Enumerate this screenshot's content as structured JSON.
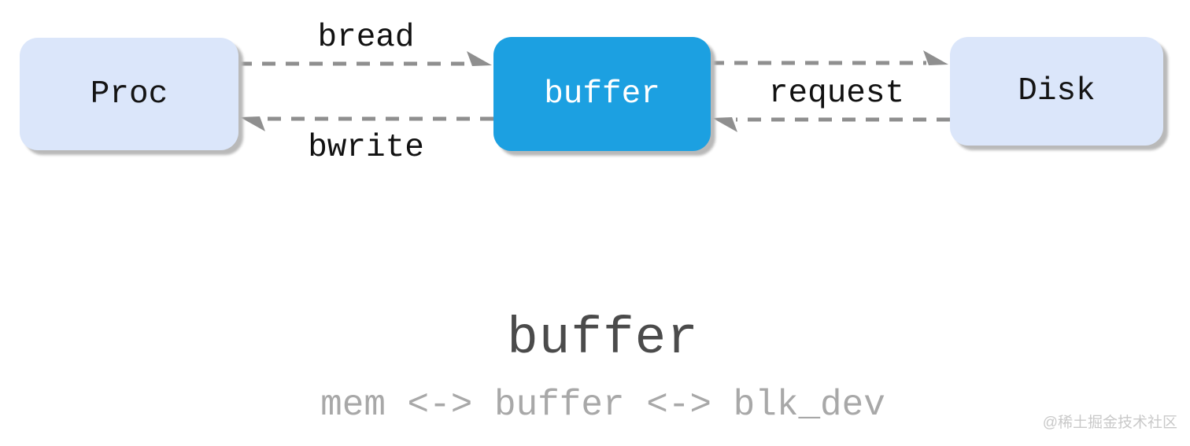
{
  "diagram": {
    "nodes": [
      {
        "id": "proc",
        "label": "Proc",
        "style": "light"
      },
      {
        "id": "buffer",
        "label": "buffer",
        "style": "accent"
      },
      {
        "id": "disk",
        "label": "Disk",
        "style": "light"
      }
    ],
    "edges": [
      {
        "label": "bread",
        "from": "Proc",
        "to": "buffer",
        "direction": "right",
        "line": "dashed"
      },
      {
        "label": "bwrite",
        "from": "buffer",
        "to": "Proc",
        "direction": "left",
        "line": "dashed"
      },
      {
        "label": "request",
        "from": "buffer",
        "to": "Disk",
        "direction": "both",
        "line": "dashed"
      }
    ]
  },
  "caption": {
    "title": "buffer",
    "subtitle": "mem <-> buffer <-> blk_dev"
  },
  "watermark": "@稀土掘金技术社区",
  "colors": {
    "node_fill_light": "#dbe6fa",
    "node_fill_accent": "#1ca0e1",
    "node_text_dark": "#141414",
    "node_text_light": "#ffffff",
    "arrow_gray": "#8f8f8f",
    "label_black": "#111111",
    "title_gray": "#4b4b4b",
    "subtitle_gray": "#a8a8a8",
    "watermark_gray": "#c9c9c9",
    "shadow_gray": "#b9b9b9"
  }
}
